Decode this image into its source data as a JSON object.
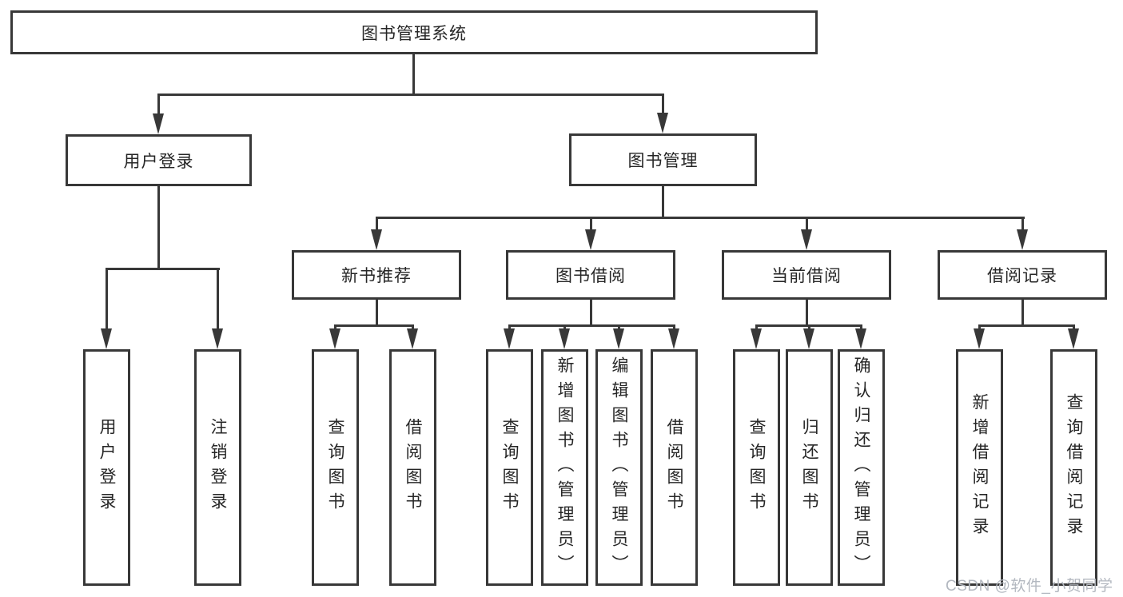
{
  "diagram": {
    "root": {
      "label": "图书管理系统"
    },
    "level2": {
      "user_login": {
        "label": "用户登录"
      },
      "book_management": {
        "label": "图书管理"
      }
    },
    "level3": {
      "new_book_recommend": {
        "label": "新书推荐"
      },
      "book_borrow": {
        "label": "图书借阅"
      },
      "current_borrow": {
        "label": "当前借阅"
      },
      "borrow_records": {
        "label": "借阅记录"
      }
    },
    "leaves": {
      "user_login_leaf": {
        "label": "用户登录"
      },
      "logout_leaf": {
        "label": "注销登录"
      },
      "nbr_query_books": {
        "label": "查询图书"
      },
      "nbr_borrow_books": {
        "label": "借阅图书"
      },
      "bb_query_books": {
        "label": "查询图书"
      },
      "bb_add_books_admin": {
        "label": "新增图书（管理员）"
      },
      "bb_edit_books_admin": {
        "label": "编辑图书（管理员）"
      },
      "bb_borrow_books": {
        "label": "借阅图书"
      },
      "cb_query_books": {
        "label": "查询图书"
      },
      "cb_return_books": {
        "label": "归还图书"
      },
      "cb_confirm_return_admin": {
        "label": "确认归还（管理员）"
      },
      "br_add_record": {
        "label": "新增借阅记录"
      },
      "br_query_record": {
        "label": "查询借阅记录"
      }
    }
  },
  "watermark": {
    "text": "CSDN @软件_小贺同学"
  },
  "colors": {
    "line": "#383838",
    "text": "#262626",
    "watermark": "#b3b8c0",
    "background": "#ffffff"
  }
}
